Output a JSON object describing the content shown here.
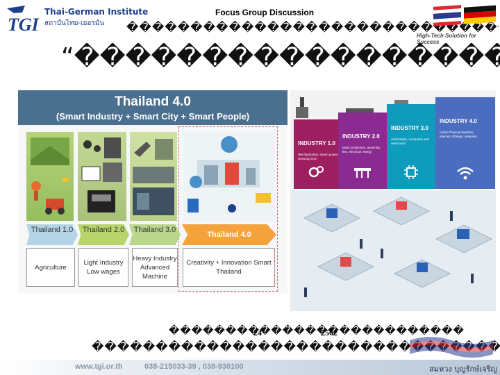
{
  "header": {
    "institute_name_en": "Thai-German Institute",
    "institute_name_th": "สถาบันไทย-เยอรมัน",
    "logo_text": "TGI",
    "slide_tag": "Focus Group Discussion",
    "subtitle": "��������������������������������������������",
    "tagline": "High-Tech Solution for Success",
    "flag_colors": {
      "thai_red": "#e0262f",
      "thai_white": "#ffffff",
      "thai_blue": "#2b3a8e",
      "de_black": "#111111",
      "de_red": "#dd0000",
      "de_gold": "#ffce00"
    }
  },
  "title": "“�����������������������”���",
  "thailand_infographic": {
    "title": "Thailand 4.0",
    "subtitle": "(Smart Industry + Smart City + Smart People)",
    "eras": [
      {
        "tab": "Thailand 1.0",
        "description": "Agriculture"
      },
      {
        "tab": "Thailand 2.0",
        "description": "Light Industry Low wages"
      },
      {
        "tab": "Thailand 3.0",
        "description": "Heavy Industry Advanced Machine"
      },
      {
        "tab": "Thailand 4.0",
        "description": "Creativity + Innovation Smart Thailand"
      }
    ]
  },
  "industry_infographic": {
    "stages": [
      {
        "name": "INDUSTRY 1.0",
        "desc": "Mechanization, steam power, weaving loom",
        "color": "#9c2060"
      },
      {
        "name": "INDUSTRY 2.0",
        "desc": "Mass production, assembly line, electrical energy",
        "color": "#8b2a90"
      },
      {
        "name": "INDUSTRY 3.0",
        "desc": "Automation, computers and electronics",
        "color": "#0f9bbb"
      },
      {
        "name": "INDUSTRY 4.0",
        "desc": "Cyber Physical Systems, internet of things, networks",
        "color": "#4a6dbf"
      }
    ]
  },
  "event": {
    "date_line": "��������������������������",
    "day": "24",
    "year": "2562",
    "venue_line": "����������������������������������������������"
  },
  "footer": {
    "url": "www.tgi.or.th",
    "phone": "038-215033-39 , 038-930100",
    "author": "สมหวง  บุญรักษ์เจริญ"
  }
}
